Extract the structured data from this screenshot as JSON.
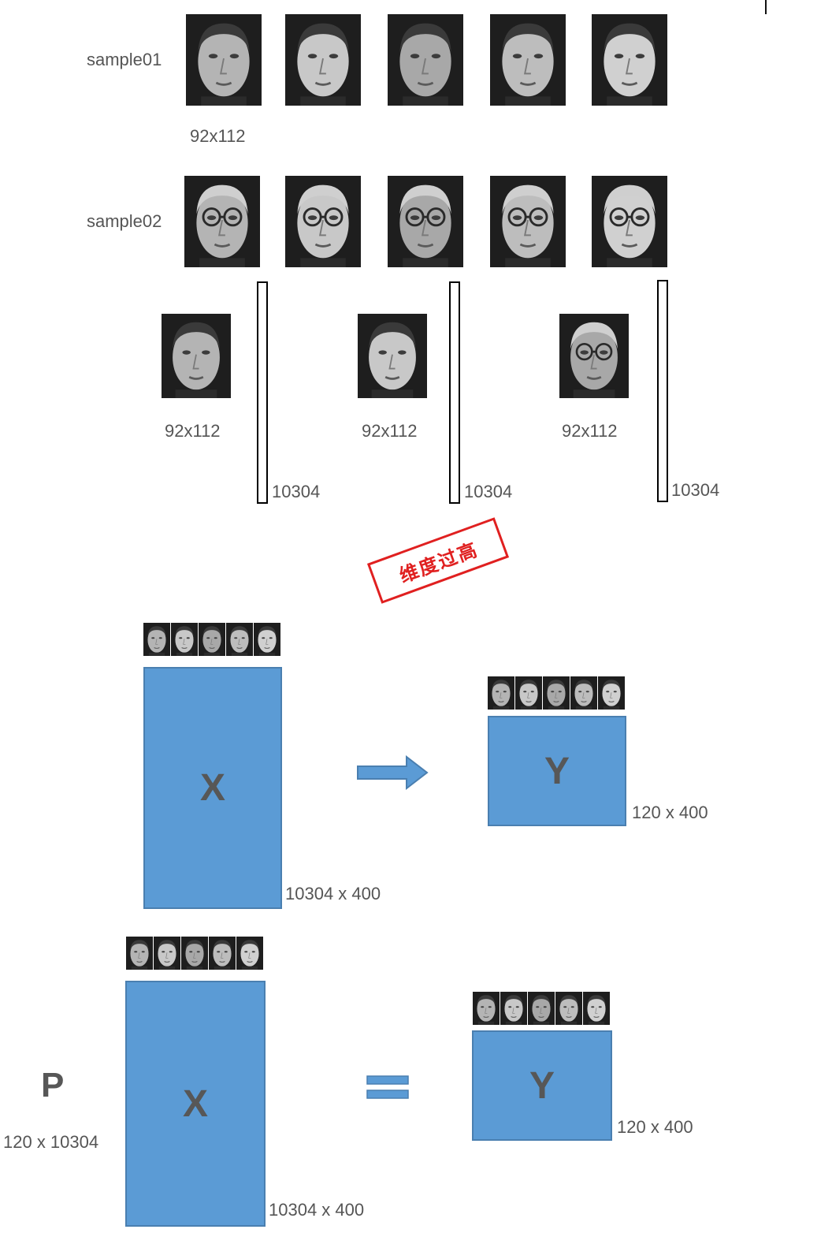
{
  "row1": {
    "label": "sample01",
    "size_label": "92x112"
  },
  "row2": {
    "label": "sample02"
  },
  "vectors": [
    {
      "size_label": "92x112",
      "dim_label": "10304"
    },
    {
      "size_label": "92x112",
      "dim_label": "10304"
    },
    {
      "size_label": "92x112",
      "dim_label": "10304"
    }
  ],
  "stamp": {
    "text": "维度过高"
  },
  "transform": {
    "x_label": "X",
    "x_dims": "10304 x 400",
    "y_label": "Y",
    "y_dims": "120 x 400",
    "arrow_icon": "right-arrow-icon"
  },
  "equation": {
    "p_label": "P",
    "p_dims": "120 x 10304",
    "x_label": "X",
    "x_dims": "10304 x 400",
    "equals_icon": "equals-icon",
    "y_label": "Y",
    "y_dims": "120 x 400"
  },
  "colors": {
    "matrix_fill": "#5b9bd5",
    "stamp": "#e02020"
  }
}
